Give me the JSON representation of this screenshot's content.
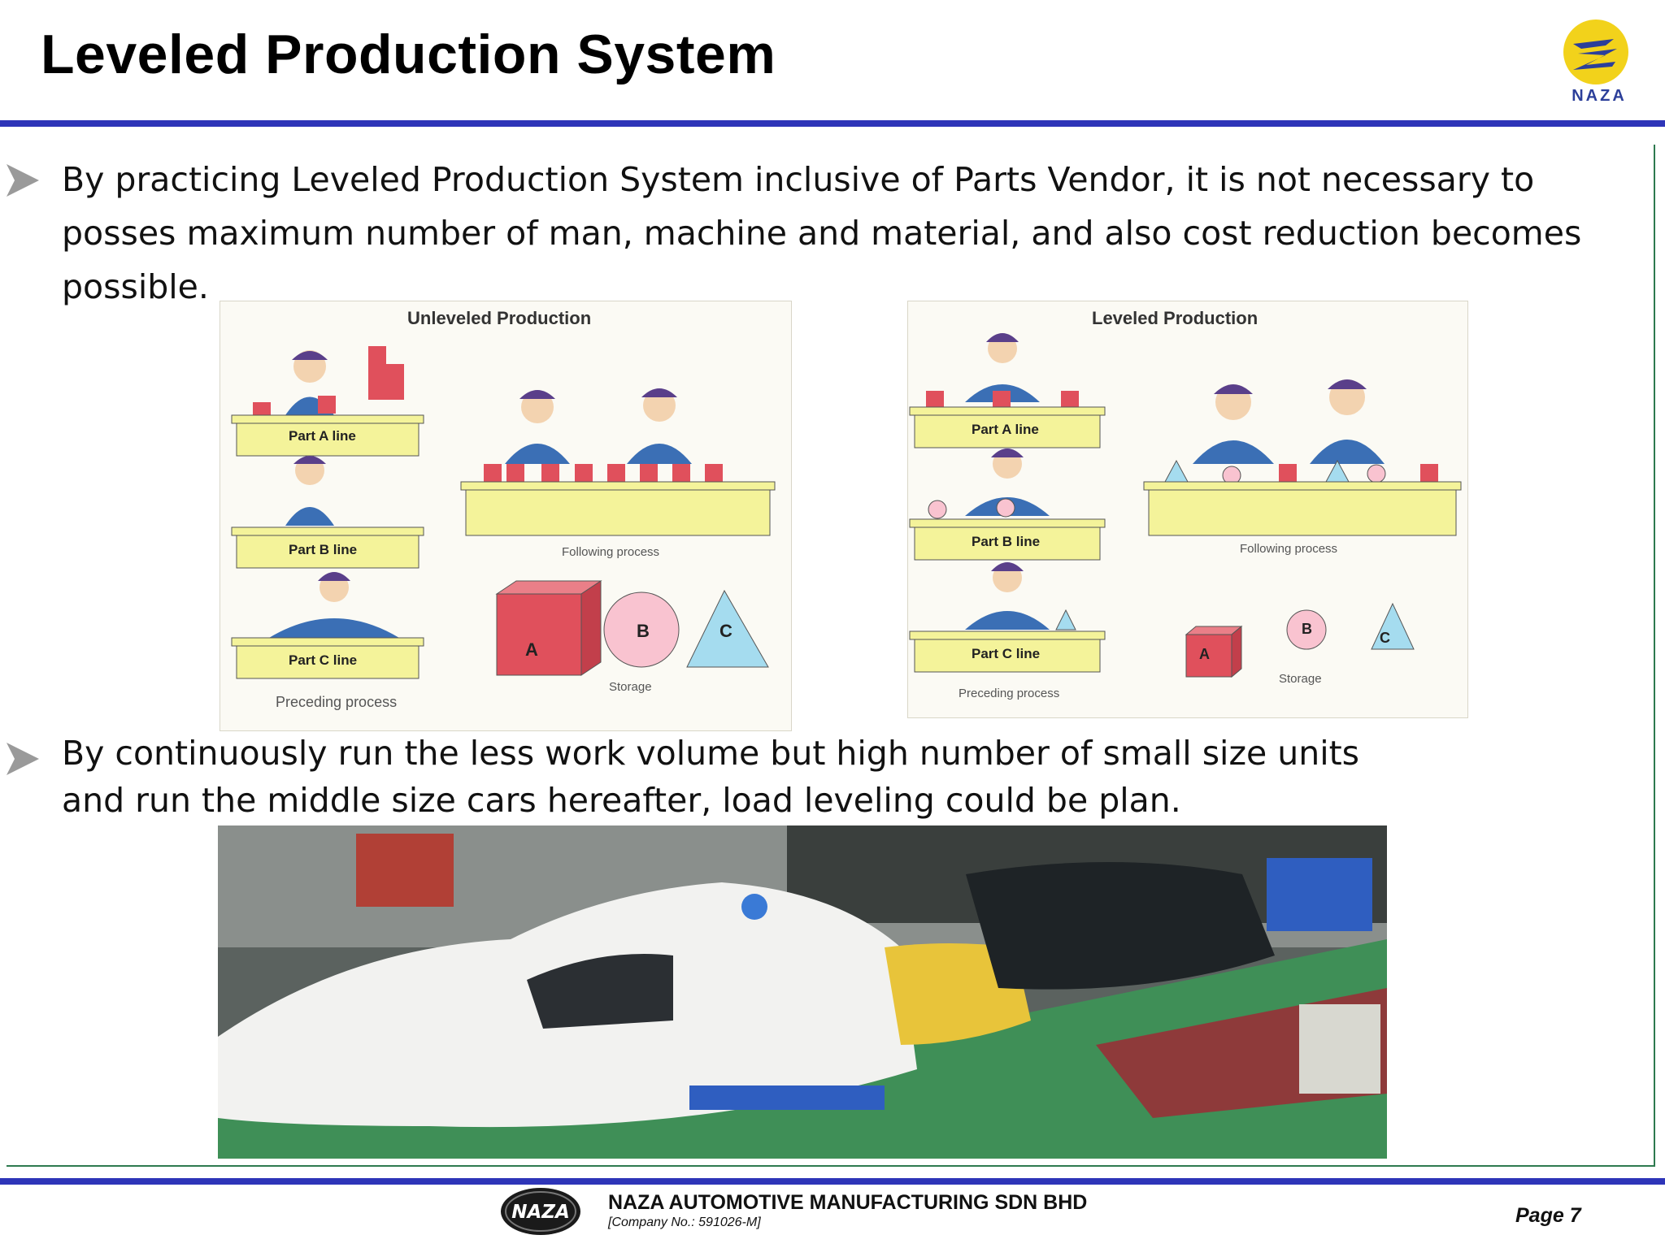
{
  "slide": {
    "title": "Leveled Production System",
    "logo_text": "NAZA",
    "bullets": [
      {
        "lines": [
          "By practicing Leveled Production System inclusive of Parts Vendor, it is not necessary to",
          "posses maximum number of man, machine and material, and also cost reduction becomes",
          "possible."
        ]
      },
      {
        "lines": [
          "By continuously run the less work volume but high number of small size units",
          "and run the middle size cars hereafter, load leveling could be plan."
        ]
      }
    ]
  },
  "diagram_unleveled": {
    "title": "Unleveled Production",
    "lines": [
      "Part A line",
      "Part B line",
      "Part C line"
    ],
    "preceding": "Preceding process",
    "following": "Following process",
    "storage": "Storage",
    "shapes": [
      "A",
      "B",
      "C"
    ]
  },
  "diagram_leveled": {
    "title": "Leveled Production",
    "lines": [
      "Part A line",
      "Part B line",
      "Part C line"
    ],
    "preceding": "Preceding process",
    "following": "Following process",
    "storage": "Storage",
    "shapes": [
      "A",
      "B",
      "C"
    ]
  },
  "footer": {
    "logo_text": "NAZA",
    "company": "NAZA AUTOMOTIVE MANUFACTURING SDN BHD",
    "company_no": "[Company No.: 591026-M]",
    "page": "Page 7"
  },
  "colors": {
    "rule_blue": "#2e35b8",
    "frame_green": "#2e7a4f",
    "logo_yellow": "#f2d21b",
    "part_red": "#e0505c",
    "worker_blue": "#3b6fb5",
    "table_yellow": "#f4f39a"
  }
}
